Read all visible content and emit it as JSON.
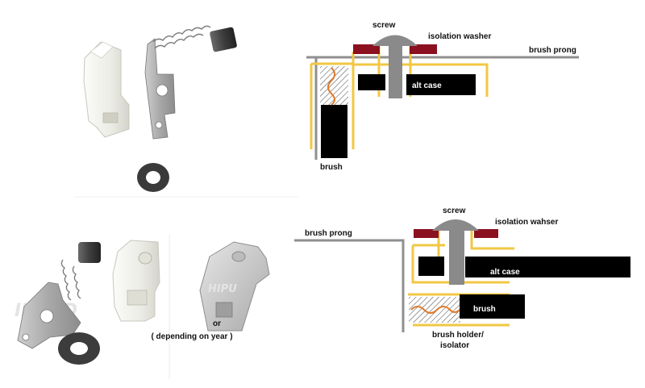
{
  "diagram_top": {
    "screw": "screw",
    "isolation_washer": "isolation washer",
    "brush_prong": "brush prong",
    "alt_case": "alt case",
    "brush": "brush"
  },
  "diagram_bottom": {
    "screw": "screw",
    "isolation_washer": "isolation wahser",
    "brush_prong": "brush prong",
    "alt_case": "alt case",
    "brush": "brush",
    "brush_holder_line1": "brush holder/",
    "brush_holder_line2": "isolator"
  },
  "photo_caption": {
    "or": "or",
    "depending": "( depending on year )"
  },
  "colors": {
    "yellow_insulator": "#f2c744",
    "washer_red": "#8b1020",
    "screw_gray": "#8a8a8a",
    "prong_gray": "#8f8f8f",
    "case_black": "#000000",
    "spring_orange": "#e07a2a"
  }
}
